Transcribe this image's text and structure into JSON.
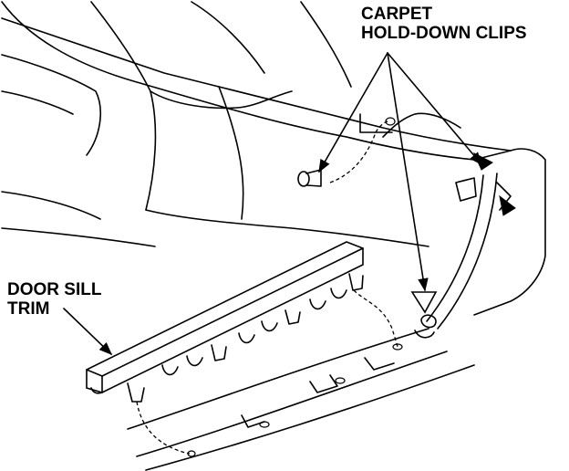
{
  "labels": {
    "carpet_clips": [
      "CARPET",
      "HOLD-DOWN CLIPS"
    ],
    "door_sill_trim": [
      "DOOR SILL",
      "TRIM"
    ]
  }
}
